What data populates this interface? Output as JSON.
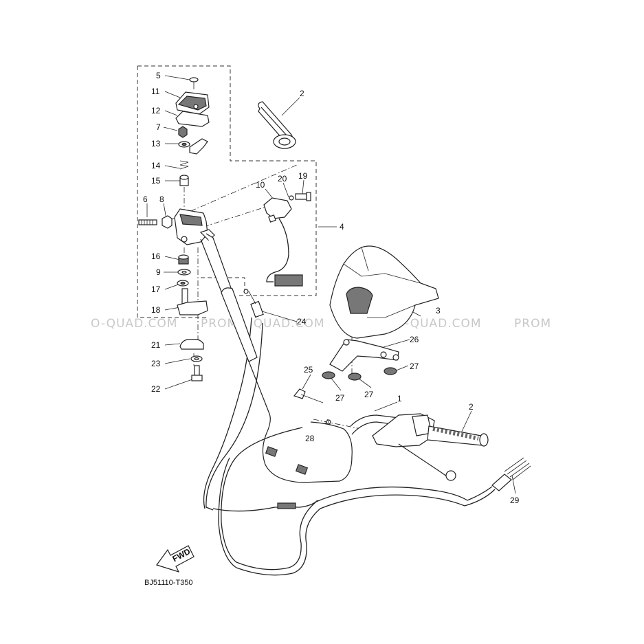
{
  "diagram_code": "BJ51110-T350",
  "fwd_label": "FWD",
  "watermarks": [
    "O-QUAD.COM",
    "PROMO-QUAD.COM",
    "PROMO-QUAD.COM",
    "PROM"
  ],
  "callouts": {
    "p1": "1",
    "p2a": "2",
    "p2b": "2",
    "p3": "3",
    "p4": "4",
    "p5": "5",
    "p6": "6",
    "p7": "7",
    "p8": "8",
    "p9": "9",
    "p10": "10",
    "p11": "11",
    "p12": "12",
    "p13": "13",
    "p14": "14",
    "p15": "15",
    "p16": "16",
    "p17": "17",
    "p18": "18",
    "p19": "19",
    "p20": "20",
    "p21": "21",
    "p22": "22",
    "p23": "23",
    "p24": "24",
    "p25": "25",
    "p26": "26",
    "p27a": "27",
    "p27b": "27",
    "p27c": "27",
    "p28": "28",
    "p29": "29"
  }
}
